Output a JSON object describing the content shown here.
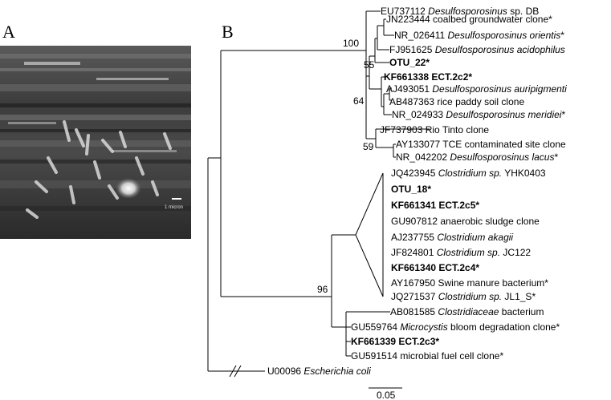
{
  "panel_a": {
    "letter": "A",
    "scalebar_label": "1 micron"
  },
  "panel_b": {
    "letter": "B",
    "scale_label": "0.05",
    "taxa": [
      {
        "acc": "EU737112",
        "italic": "Desulfosporosinus",
        "rest": " sp. DB",
        "star": false,
        "bold": false
      },
      {
        "acc": "JN223444",
        "italic": "",
        "rest": "coalbed groundwater clone",
        "star": true,
        "bold": false
      },
      {
        "acc": "NR_026411",
        "italic": "Desulfosporosinus orientis",
        "rest": "",
        "star": true,
        "bold": false
      },
      {
        "acc": "FJ951625",
        "italic": "Desulfosporosinus acidophilus",
        "rest": "",
        "star": false,
        "bold": false
      },
      {
        "acc": "OTU_22",
        "italic": "",
        "rest": "",
        "star": true,
        "bold": true
      },
      {
        "acc": "KF661338",
        "italic": "",
        "rest": "ECT.2c2",
        "star": true,
        "bold": true
      },
      {
        "acc": "AJ493051",
        "italic": "Desulfosporosinus auripigmenti",
        "rest": "",
        "star": false,
        "bold": false
      },
      {
        "acc": "AB487363",
        "italic": "",
        "rest": "rice paddy soil clone",
        "star": false,
        "bold": false
      },
      {
        "acc": "NR_024933",
        "italic": "Desulfosporosinus meridiei",
        "rest": "",
        "star": true,
        "bold": false
      },
      {
        "acc": "JF737903",
        "italic": "",
        "rest": "Rio Tinto clone",
        "star": false,
        "bold": false
      },
      {
        "acc": "AY133077",
        "italic": "",
        "rest": "TCE contaminated site clone",
        "star": false,
        "bold": false
      },
      {
        "acc": "NR_042202",
        "italic": "Desulfosporosinus lacus",
        "rest": "",
        "star": true,
        "bold": false
      },
      {
        "acc": "JQ423945",
        "italic": "Clostridium sp.",
        "rest": " YHK0403",
        "star": false,
        "bold": false
      },
      {
        "acc": "OTU_18",
        "italic": "",
        "rest": "",
        "star": true,
        "bold": true
      },
      {
        "acc": "KF661341",
        "italic": "",
        "rest": "ECT.2c5",
        "star": true,
        "bold": true
      },
      {
        "acc": "GU907812",
        "italic": "",
        "rest": "anaerobic sludge clone",
        "star": false,
        "bold": false
      },
      {
        "acc": "AJ237755",
        "italic": "Clostridium akagii",
        "rest": "",
        "star": false,
        "bold": false
      },
      {
        "acc": "JF824801",
        "italic": "Clostridium sp.",
        "rest": " JC122",
        "star": false,
        "bold": false
      },
      {
        "acc": "KF661340",
        "italic": "",
        "rest": "ECT.2c4",
        "star": true,
        "bold": true
      },
      {
        "acc": "AY167950",
        "italic": "",
        "rest": "Swine manure bacterium",
        "star": true,
        "bold": false
      },
      {
        "acc": "JQ271537",
        "italic": "Clostridium sp.",
        "rest": " JL1_S",
        "star": true,
        "bold": false
      },
      {
        "acc": "AB081585",
        "italic": "Clostridiaceae",
        "rest": " bacterium",
        "star": false,
        "bold": false
      },
      {
        "acc": "GU559764",
        "italic": "Microcystis",
        "rest": " bloom degradation clone",
        "star": true,
        "bold": false
      },
      {
        "acc": "KF661339",
        "italic": "",
        "rest": "ECT.2c3",
        "star": true,
        "bold": true
      },
      {
        "acc": "GU591514",
        "italic": "",
        "rest": "microbial fuel cell clone",
        "star": true,
        "bold": false
      },
      {
        "acc": "U00096",
        "italic": "Escherichia coli",
        "rest": "",
        "star": false,
        "bold": false
      }
    ],
    "bootstrap": [
      "100",
      "55",
      "64",
      "59",
      "96"
    ]
  }
}
